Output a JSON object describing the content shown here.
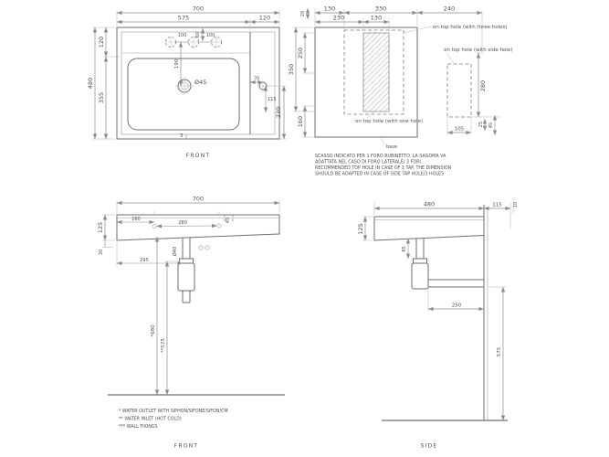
{
  "plan_front": {
    "overall_width": "700",
    "basin_width": "575",
    "deck_width": "120",
    "hole_offset": "60",
    "hole_spacing_a": "100",
    "hole_spacing_b": "100",
    "rear_deck_depth": "120",
    "overall_depth": "480",
    "bowl_depth": "355",
    "drain_setback": "190",
    "drain_diameter": "Ø45",
    "side_hole_dim": "70",
    "side_hole_setback": "115",
    "drain_from_front": "230",
    "rim": "5",
    "view_label": "FRONT"
  },
  "plan_holes": {
    "offset_20": "20",
    "top_130": "130",
    "top_330": "330",
    "top_240": "240",
    "cut_230": "230",
    "cut_130": "130",
    "left_250": "250",
    "left_350": "350",
    "left_160": "160",
    "right_280": "280",
    "bottom_105": "105",
    "right_25": "25",
    "right_45": "45",
    "note_three": "on top hole (with three holes)",
    "note_side": "on top hole (with side hole)",
    "note_one": "on top hole (with one hole)",
    "base_label": "base",
    "caption1": "SCASSO INDICATO PER 1 FORO RUBINETTO. LA SAGOMA VA",
    "caption2": "ADATTATA NEL CASO DI FORO LATERALE/ 3 FORI.",
    "caption3": "RECOMMENDED TOP HOLE IN CASE OF 1 TAP. THE DIMENSION",
    "caption4": "SHOULD BE ADAPTED IN CASE OF SIDE TAP HOLE/3 HOLES"
  },
  "front_elev": {
    "overall_width": "700",
    "height_125": "125",
    "fix_160": "160",
    "fix_280": "280",
    "drain_45": "45",
    "lip_30": "30",
    "trap_295": "295",
    "pipe_dia": "Ø40",
    "outlet_height": "*680",
    "inlet_height": "**575",
    "footnote1": "* WATER OUTLET WITH SIPHON/SIFONE/SIFON/CM",
    "footnote2": "** WATER INLET (HOT COLD)",
    "footnote3": "*** WALL FIXINGS",
    "view_label": "FRONT"
  },
  "side_elev": {
    "depth_480": "480",
    "wall_115": "115",
    "wall_10": "10",
    "height_125": "125",
    "tail_85": "85",
    "pipe_250": "250",
    "wall_575": "575",
    "view_label": "SIDE"
  }
}
